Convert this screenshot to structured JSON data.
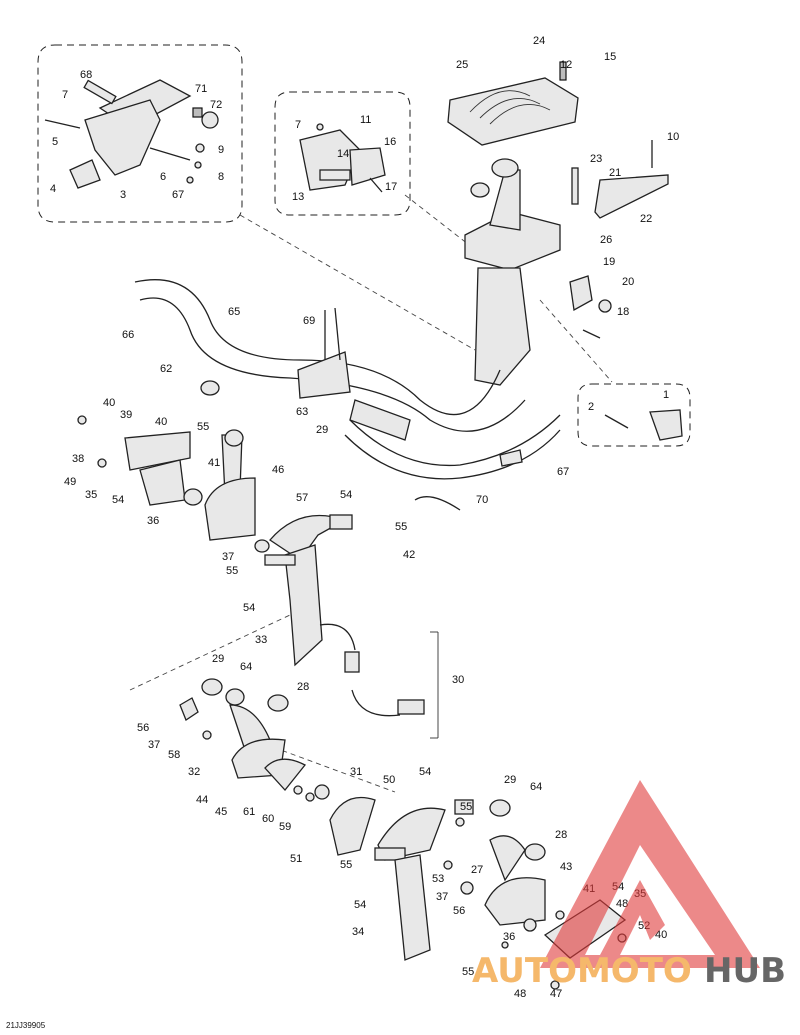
{
  "diagram": {
    "drawing_code": "21JJ39905",
    "callouts": [
      "1",
      "2",
      "3",
      "4",
      "5",
      "6",
      "7",
      "8",
      "9",
      "10",
      "11",
      "12",
      "13",
      "14",
      "15",
      "16",
      "17",
      "18",
      "19",
      "20",
      "21",
      "22",
      "23",
      "24",
      "25",
      "26",
      "27",
      "28",
      "29",
      "30",
      "31",
      "32",
      "33",
      "34",
      "35",
      "36",
      "37",
      "38",
      "39",
      "40",
      "41",
      "42",
      "43",
      "44",
      "45",
      "46",
      "47",
      "48",
      "49",
      "50",
      "51",
      "52",
      "53",
      "54",
      "55",
      "56",
      "57",
      "58",
      "59",
      "60",
      "61",
      "62",
      "63",
      "64",
      "65",
      "66",
      "67",
      "68",
      "69",
      "70",
      "71",
      "72"
    ]
  },
  "watermark": {
    "text_orange": "AUTOMOTO",
    "text_dark": "HUB",
    "color_red": "#e03a3a",
    "color_orange": "#f2a13a",
    "color_dark": "#333333"
  }
}
